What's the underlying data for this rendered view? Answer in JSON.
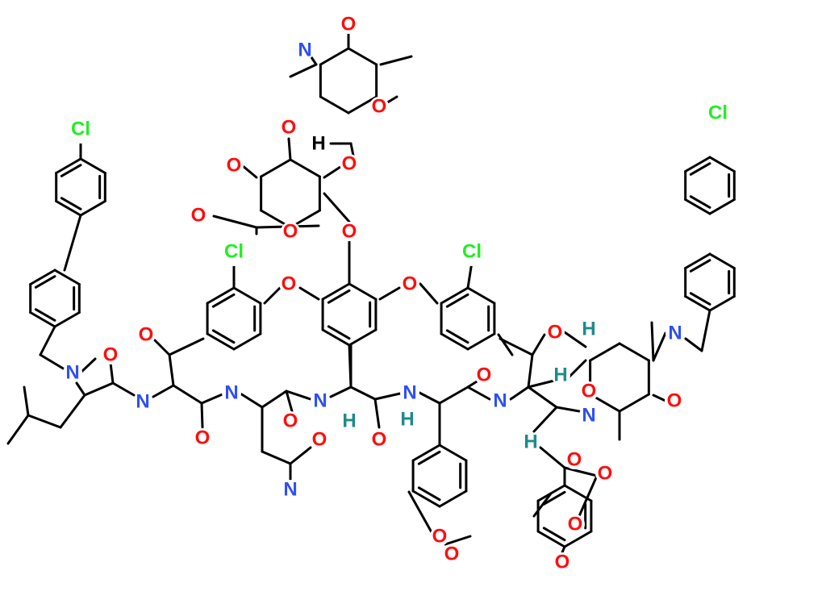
{
  "title": "Chemical structure of a chlorobiphenyl-substituted glycopeptide",
  "colors": {
    "O": "#ff0d0d",
    "N": "#2f4ff5",
    "Cl": "#22ee22",
    "H_stereo": "#1e8a8a",
    "H": "#000000",
    "bond": "#000000"
  },
  "atoms": [
    {
      "el": "Cl",
      "text": "Cl"
    },
    {
      "el": "Cl",
      "text": "Cl"
    },
    {
      "el": "Cl",
      "text": "Cl"
    },
    {
      "el": "Cl",
      "text": "Cl"
    },
    {
      "el": "N",
      "text": "N"
    },
    {
      "el": "O",
      "text": "O"
    },
    {
      "el": "O",
      "text": "O"
    },
    {
      "el": "H",
      "text": "H"
    },
    {
      "el": "O",
      "text": "O"
    },
    {
      "el": "O",
      "text": "O"
    },
    {
      "el": "O",
      "text": "O"
    },
    {
      "el": "O",
      "text": "O"
    },
    {
      "el": "O",
      "text": "O"
    },
    {
      "el": "O",
      "text": "O"
    },
    {
      "el": "O",
      "text": "O"
    },
    {
      "el": "O",
      "text": "O"
    },
    {
      "el": "O",
      "text": "O"
    },
    {
      "el": "N",
      "text": "N"
    },
    {
      "el": "O",
      "text": "O"
    },
    {
      "el": "N",
      "text": "N"
    },
    {
      "el": "O",
      "text": "O"
    },
    {
      "el": "N",
      "text": "N"
    },
    {
      "el": "O",
      "text": "O"
    },
    {
      "el": "N",
      "text": "N"
    },
    {
      "el": "Hs",
      "text": "H"
    },
    {
      "el": "O",
      "text": "O"
    },
    {
      "el": "N",
      "text": "N"
    },
    {
      "el": "Hs",
      "text": "H"
    },
    {
      "el": "O",
      "text": "O"
    },
    {
      "el": "N",
      "text": "N"
    },
    {
      "el": "Hs",
      "text": "H"
    },
    {
      "el": "O",
      "text": "O"
    },
    {
      "el": "Hs",
      "text": "H"
    },
    {
      "el": "O",
      "text": "O"
    },
    {
      "el": "N",
      "text": "N"
    },
    {
      "el": "O",
      "text": "O"
    },
    {
      "el": "N",
      "text": "N"
    },
    {
      "el": "O",
      "text": "O"
    },
    {
      "el": "N",
      "text": "N"
    },
    {
      "el": "Hs",
      "text": "H"
    },
    {
      "el": "O",
      "text": "O"
    },
    {
      "el": "O",
      "text": "O"
    },
    {
      "el": "O",
      "text": "O"
    },
    {
      "el": "O",
      "text": "O"
    },
    {
      "el": "O",
      "text": "O"
    },
    {
      "el": "O",
      "text": "O"
    }
  ]
}
